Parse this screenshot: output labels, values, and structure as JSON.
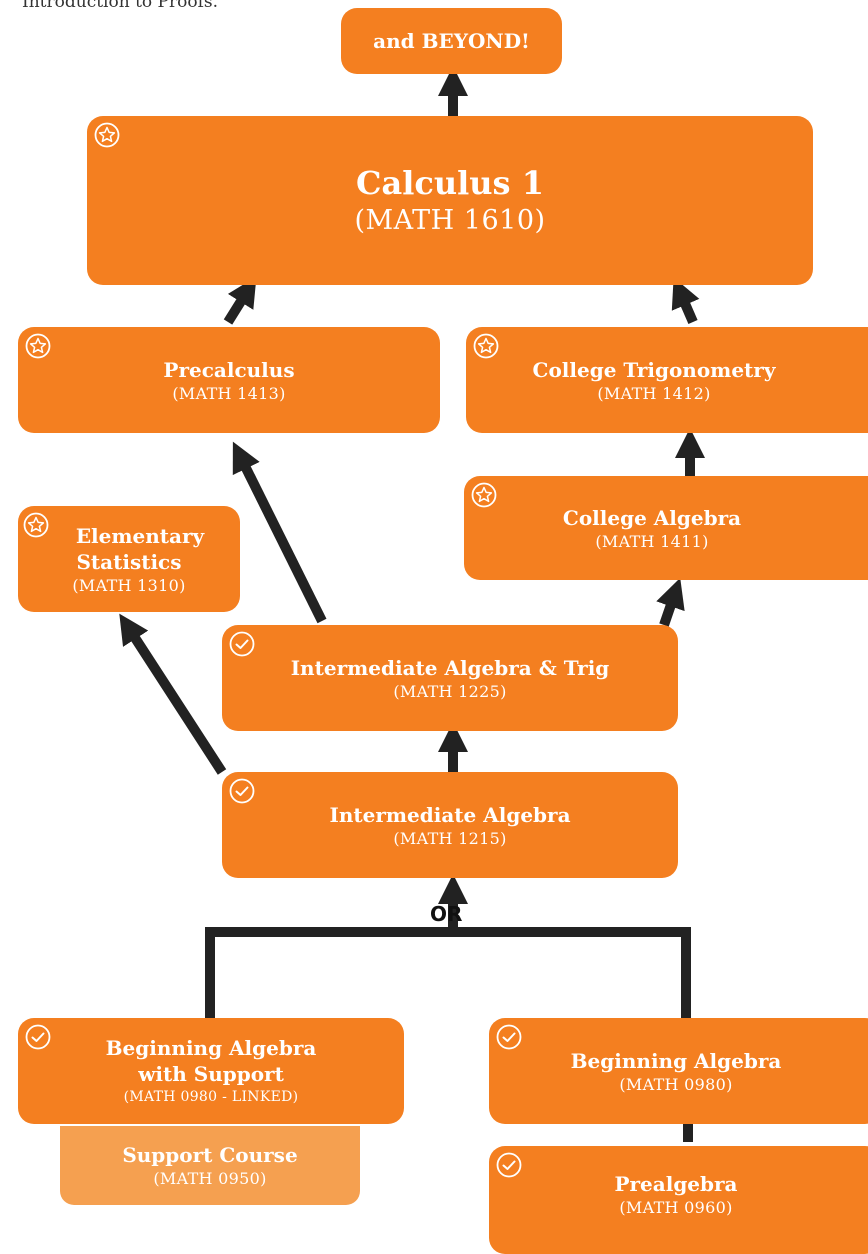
{
  "top_note": "Introduction to Proofs.",
  "or_label": "OR",
  "colors": {
    "box": "#f47f20",
    "support_box": "#f5a050",
    "arrow": "#222222",
    "text": "#ffffff"
  },
  "nodes": {
    "beyond": {
      "title": "and BEYOND!"
    },
    "calc1": {
      "title": "Calculus 1",
      "code": "(MATH 1610)",
      "icon": "star-icon"
    },
    "precalc": {
      "title": "Precalculus",
      "code": "(MATH 1413)",
      "icon": "star-icon"
    },
    "trig": {
      "title": "College Trigonometry",
      "code": "(MATH 1412)",
      "icon": "star-icon"
    },
    "calg": {
      "title": "College Algebra",
      "code": "(MATH 1411)",
      "icon": "star-icon"
    },
    "stats": {
      "title1": "Elementary",
      "title2": "Statistics",
      "code": "(MATH 1310)",
      "icon": "star-icon"
    },
    "ialgtrig": {
      "title": "Intermediate Algebra & Trig",
      "code": "(MATH 1225)",
      "icon": "check-icon"
    },
    "ialg": {
      "title": "Intermediate Algebra",
      "code": "(MATH 1215)",
      "icon": "check-icon"
    },
    "balgsup": {
      "title1": "Beginning Algebra",
      "title2": "with Support",
      "code": "(MATH 0980 - LINKED)",
      "icon": "check-icon"
    },
    "support": {
      "title": "Support Course",
      "code": "(MATH 0950)"
    },
    "balg": {
      "title": "Beginning Algebra",
      "code": "(MATH 0980)",
      "icon": "check-icon"
    },
    "prealg": {
      "title": "Prealgebra",
      "code": "(MATH 0960)",
      "icon": "check-icon"
    }
  }
}
